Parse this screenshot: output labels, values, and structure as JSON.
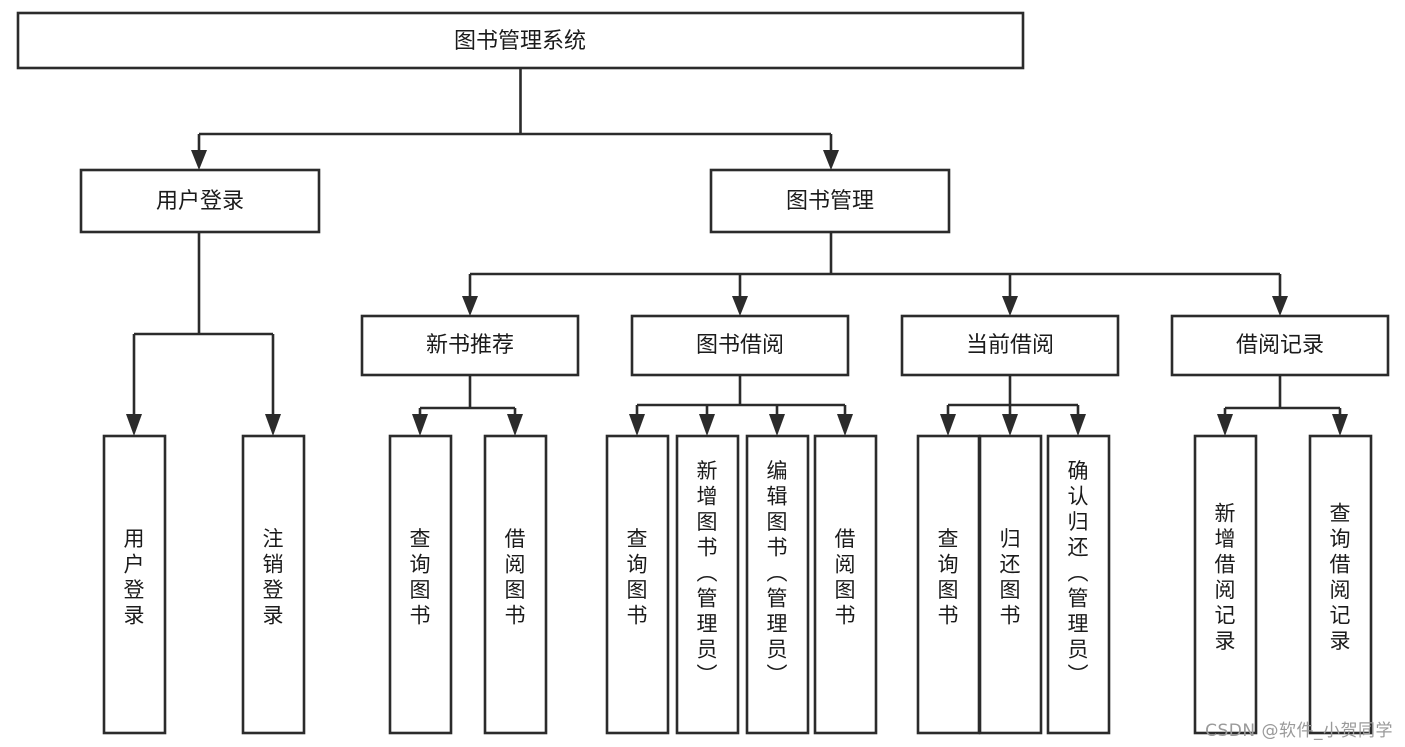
{
  "diagram": {
    "type": "tree",
    "title": "图书管理系统",
    "watermark": "CSDN @软件_小贺同学",
    "colors": {
      "stroke": "#2b2b2b",
      "fill": "#ffffff",
      "text": "#1b1b1b",
      "watermark": "#9a9a9a",
      "background": "#ffffff"
    },
    "nodes": {
      "root": {
        "label": "图书管理系统",
        "orientation": "horizontal",
        "level": 1
      },
      "l2_0": {
        "label": "用户登录",
        "orientation": "horizontal",
        "level": 2
      },
      "l2_1": {
        "label": "图书管理",
        "orientation": "horizontal",
        "level": 2
      },
      "l3_0": {
        "label": "新书推荐",
        "orientation": "horizontal",
        "level": 3
      },
      "l3_1": {
        "label": "图书借阅",
        "orientation": "horizontal",
        "level": 3
      },
      "l3_2": {
        "label": "当前借阅",
        "orientation": "horizontal",
        "level": 3
      },
      "l3_3": {
        "label": "借阅记录",
        "orientation": "horizontal",
        "level": 3
      },
      "leaf_0": {
        "label": "用户登录",
        "orientation": "vertical",
        "level": 4
      },
      "leaf_1": {
        "label": "注销登录",
        "orientation": "vertical",
        "level": 4
      },
      "leaf_2": {
        "label": "查询图书",
        "orientation": "vertical",
        "level": 4
      },
      "leaf_3": {
        "label": "借阅图书",
        "orientation": "vertical",
        "level": 4
      },
      "leaf_4": {
        "label": "查询图书",
        "orientation": "vertical",
        "level": 4
      },
      "leaf_5": {
        "label": "新增图书（管理员）",
        "orientation": "vertical",
        "level": 4
      },
      "leaf_6": {
        "label": "编辑图书（管理员）",
        "orientation": "vertical",
        "level": 4
      },
      "leaf_7": {
        "label": "借阅图书",
        "orientation": "vertical",
        "level": 4
      },
      "leaf_8": {
        "label": "查询图书",
        "orientation": "vertical",
        "level": 4
      },
      "leaf_9": {
        "label": "归还图书",
        "orientation": "vertical",
        "level": 4
      },
      "leaf_10": {
        "label": "确认归还（管理员）",
        "orientation": "vertical",
        "level": 4
      },
      "leaf_11": {
        "label": "新增借阅记录",
        "orientation": "vertical",
        "level": 4
      },
      "leaf_12": {
        "label": "查询借阅记录",
        "orientation": "vertical",
        "level": 4
      }
    },
    "edges": [
      {
        "from": "root",
        "to": "l2_0"
      },
      {
        "from": "root",
        "to": "l2_1"
      },
      {
        "from": "l2_0",
        "to": "leaf_0"
      },
      {
        "from": "l2_0",
        "to": "leaf_1"
      },
      {
        "from": "l2_1",
        "to": "l3_0"
      },
      {
        "from": "l2_1",
        "to": "l3_1"
      },
      {
        "from": "l2_1",
        "to": "l3_2"
      },
      {
        "from": "l2_1",
        "to": "l3_3"
      },
      {
        "from": "l3_0",
        "to": "leaf_2"
      },
      {
        "from": "l3_0",
        "to": "leaf_3"
      },
      {
        "from": "l3_1",
        "to": "leaf_4"
      },
      {
        "from": "l3_1",
        "to": "leaf_5"
      },
      {
        "from": "l3_1",
        "to": "leaf_6"
      },
      {
        "from": "l3_1",
        "to": "leaf_7"
      },
      {
        "from": "l3_2",
        "to": "leaf_8"
      },
      {
        "from": "l3_2",
        "to": "leaf_9"
      },
      {
        "from": "l3_2",
        "to": "leaf_10"
      },
      {
        "from": "l3_3",
        "to": "leaf_11"
      },
      {
        "from": "l3_3",
        "to": "leaf_12"
      }
    ]
  }
}
